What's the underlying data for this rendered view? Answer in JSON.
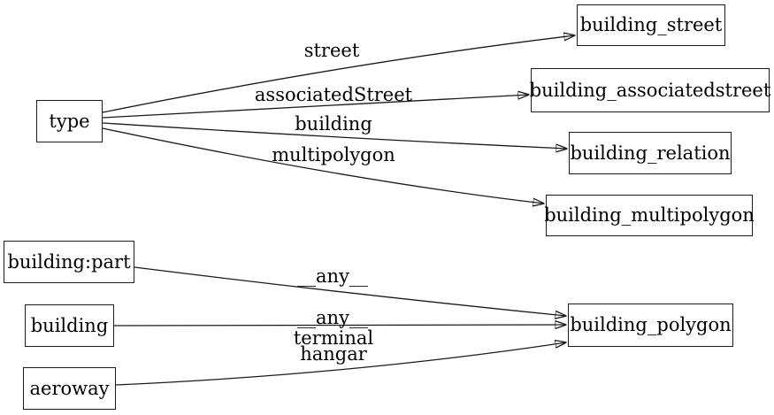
{
  "diagram": {
    "type": "directed-graph",
    "colors": {
      "background": "#ffffff",
      "node_fill": "#ffffff",
      "node_border": "#1c1c1c",
      "edge_stroke": "#1a1a1a",
      "text": "#000000"
    },
    "nodes": [
      {
        "id": "type",
        "label": "type"
      },
      {
        "id": "building_street",
        "label": "building_street"
      },
      {
        "id": "building_associatedstreet",
        "label": "building_associatedstreet"
      },
      {
        "id": "building_relation",
        "label": "building_relation"
      },
      {
        "id": "building_multipolygon",
        "label": "building_multipolygon"
      },
      {
        "id": "building:part",
        "label": "building:part"
      },
      {
        "id": "building",
        "label": "building"
      },
      {
        "id": "aeroway",
        "label": "aeroway"
      },
      {
        "id": "building_polygon",
        "label": "building_polygon"
      }
    ],
    "edges": [
      {
        "from": "type",
        "to": "building_street",
        "label": "street"
      },
      {
        "from": "type",
        "to": "building_associatedstreet",
        "label": "associatedStreet"
      },
      {
        "from": "type",
        "to": "building_relation",
        "label": "building"
      },
      {
        "from": "type",
        "to": "building_multipolygon",
        "label": "multipolygon"
      },
      {
        "from": "building:part",
        "to": "building_polygon",
        "label": "__any__"
      },
      {
        "from": "building",
        "to": "building_polygon",
        "label": "__any__"
      },
      {
        "from": "aeroway",
        "to": "building_polygon",
        "label": "terminal\nhangar"
      }
    ]
  }
}
